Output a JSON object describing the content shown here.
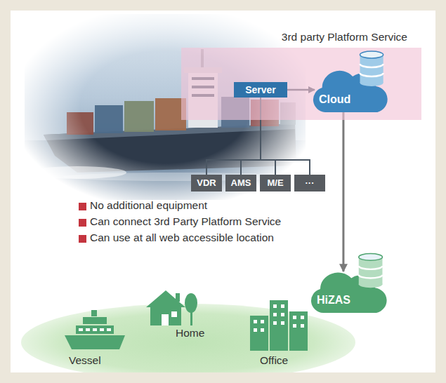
{
  "diagram": {
    "nodes": [
      {
        "text": [
          "3rd party Platform Service"
        ]
      },
      {
        "text": [
          "Server"
        ],
        "in": 0
      },
      {
        "text": [
          "Cloud"
        ],
        "in": 0
      },
      {
        "text": [
          "VDR"
        ]
      },
      {
        "text": [
          "AMS"
        ]
      },
      {
        "text": [
          "M/E"
        ]
      },
      {
        "text": [
          "···"
        ]
      },
      {
        "text": [
          "HiZAS"
        ]
      }
    ],
    "edges": [
      {
        "from": 1,
        "to": 2,
        "arrow": "to"
      },
      {
        "from": 1,
        "to": 3,
        "arrow": "none"
      },
      {
        "from": 1,
        "to": 4,
        "arrow": "none"
      },
      {
        "from": 1,
        "to": 5,
        "arrow": "none"
      },
      {
        "from": 1,
        "to": 6,
        "arrow": "none"
      },
      {
        "from": 2,
        "to": 7,
        "arrow": "to"
      }
    ],
    "labels": [
      "No additional equipment",
      "Can connect 3rd Party Platform Service",
      "Can use at all web accessible location",
      "Vessel",
      "Home",
      "Office"
    ]
  }
}
